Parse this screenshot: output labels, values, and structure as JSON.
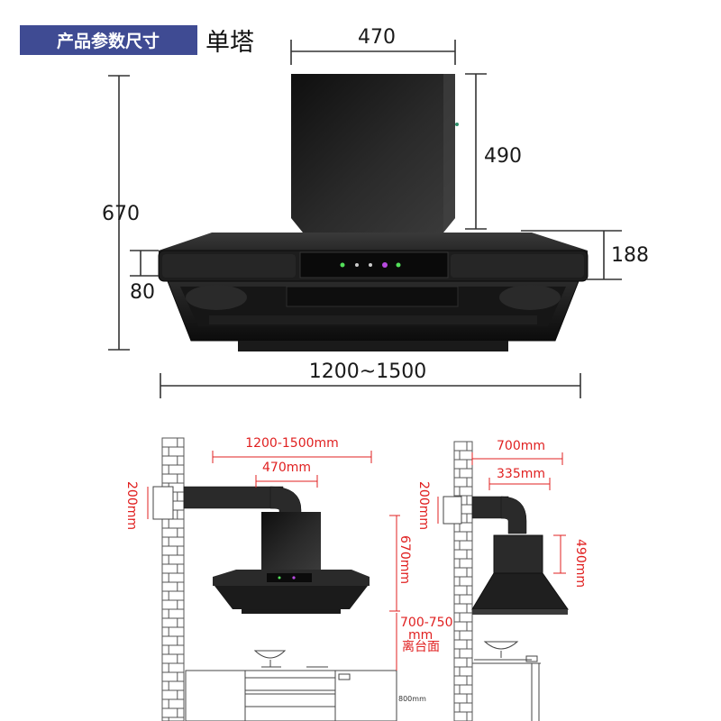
{
  "header": {
    "tag": "产品参数尺寸",
    "subtitle": "单塔"
  },
  "top_dimensions": {
    "chimney_width": "470",
    "chimney_height": "490",
    "total_height": "670",
    "canopy_depth": "188",
    "lip_height": "80",
    "total_width": "1200~1500"
  },
  "install_left": {
    "width": "1200-1500mm",
    "chimney_width": "470mm",
    "duct_height": "200mm",
    "total_height": "670mm",
    "clearance_value": "700-750",
    "clearance_unit": "mm",
    "clearance_note": "离台面",
    "counter_height": "800mm"
  },
  "install_right": {
    "width": "700mm",
    "chimney_width": "335mm",
    "duct_height": "200mm",
    "chimney_height": "490mm"
  },
  "colors": {
    "tag_bg": "#3f4b93",
    "annotation_red": "#e02020",
    "hood_body": "#1e1e1e"
  }
}
